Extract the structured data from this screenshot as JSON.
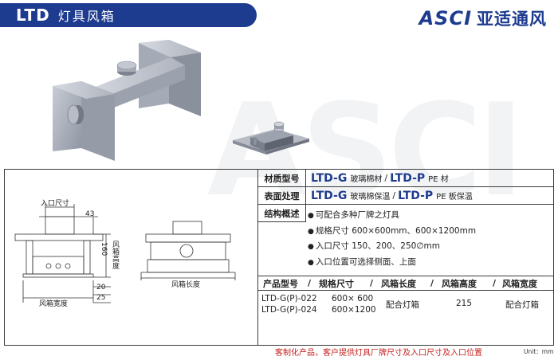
{
  "header": {
    "code": "LTD",
    "name": "灯具风箱",
    "brand_logo": "ASCI",
    "brand_name": "亚适通风"
  },
  "drawing": {
    "dim_inlet": "入口尺寸",
    "dim_43": "43",
    "dim_160": "160",
    "dim_box_height": "风箱高度",
    "dim_20": "20",
    "dim_25": "25",
    "dim_box_width": "风箱宽度",
    "dim_box_length": "风箱长度"
  },
  "spec": {
    "material_label": "材质型号",
    "material_g_key": "LTD-G",
    "material_g_text": "玻璃棉材",
    "material_p_key": "LTD-P",
    "material_p_text": "PE 材",
    "surface_label": "表面处理",
    "surface_g_key": "LTD-G",
    "surface_g_text": "玻璃棉保温",
    "surface_p_key": "LTD-P",
    "surface_p_text": "PE 板保温",
    "structure_label": "结构概述",
    "features": [
      "可配合多种厂牌之灯具",
      "规格尺寸 600×600mm、600×1200mm",
      "入口尺寸 150、200、250∅mm",
      "入口位置可选择侧面、上面"
    ]
  },
  "table": {
    "headers": [
      "产品型号",
      "规格尺寸",
      "风箱长度",
      "风箱高度",
      "风箱宽度"
    ],
    "rows": [
      {
        "model": "LTD-G(P)-022",
        "size": "600× 600"
      },
      {
        "model": "LTD-G(P)-024",
        "size": "600×1200"
      }
    ],
    "length": "配合灯箱",
    "height": "215",
    "width": "配合灯箱"
  },
  "footer": {
    "note": "客制化产品，客户提供灯具厂牌尺寸及入口尺寸及入口位置",
    "unit": "Unit：mm"
  }
}
